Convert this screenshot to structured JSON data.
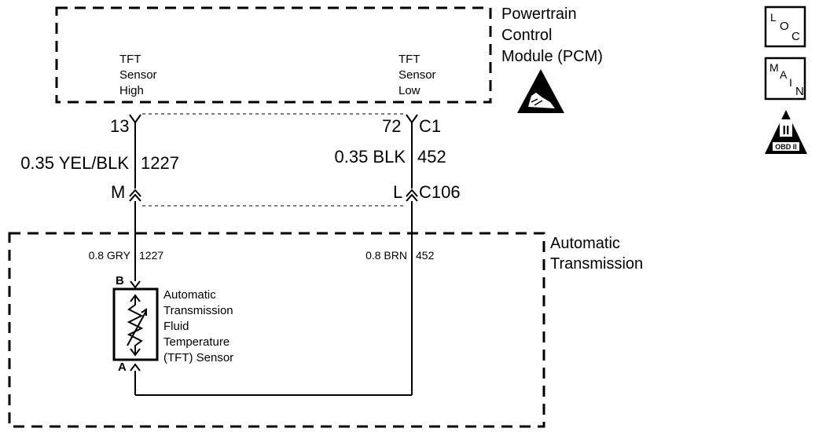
{
  "pcm": {
    "title_lines": [
      "Powertrain",
      "Control",
      "Module (PCM)"
    ],
    "pin_high_label": [
      "TFT",
      "Sensor",
      "High"
    ],
    "pin_low_label": [
      "TFT",
      "Sensor",
      "Low"
    ]
  },
  "connector_c1": {
    "pin_left": "13",
    "pin_right": "72",
    "name": "C1"
  },
  "wires_upper": {
    "left_gauge_color": "0.35 YEL/BLK",
    "left_circuit": "1227",
    "right_gauge_color": "0.35 BLK",
    "right_circuit": "452"
  },
  "connector_c106": {
    "pin_left": "M",
    "pin_right": "L",
    "name": "C106"
  },
  "transmission": {
    "title_lines": [
      "Automatic",
      "Transmission"
    ],
    "left_wire_label": "0.8 GRY",
    "left_wire_circuit": "1227",
    "right_wire_label": "0.8 BRN",
    "right_wire_circuit": "452"
  },
  "sensor": {
    "pin_top": "B",
    "pin_bottom": "A",
    "name_lines": [
      "Automatic",
      "Transmission",
      "Fluid",
      "Temperature",
      "(TFT) Sensor"
    ]
  },
  "icons": {
    "loc": {
      "main": "L",
      "sub": "O",
      "sub2": "C"
    },
    "main": {
      "c1": "M",
      "c2": "A",
      "c3": "I",
      "c4": "N"
    },
    "obd": {
      "text": "OBD II",
      "numeral": "II"
    },
    "esd": "esd-warning-icon"
  }
}
